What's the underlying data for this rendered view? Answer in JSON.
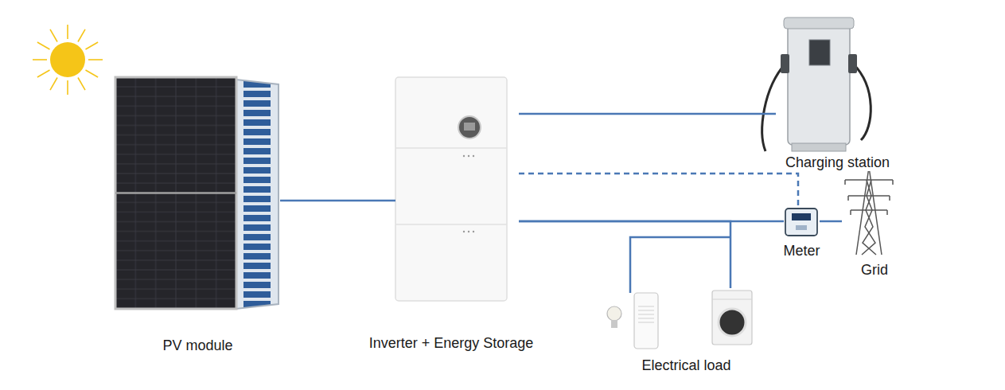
{
  "diagram": {
    "nodes": [
      {
        "text": [
          "PV module"
        ]
      },
      {
        "text": [
          "Inverter + Energy Storage"
        ]
      },
      {
        "text": [
          "Charging station"
        ]
      },
      {
        "text": [
          "Meter"
        ]
      },
      {
        "text": [
          "Grid"
        ]
      },
      {
        "text": [
          "Electrical load"
        ]
      }
    ],
    "edges": [
      {
        "from": 0,
        "to": 1,
        "arrow": "none"
      },
      {
        "from": 1,
        "to": 2,
        "arrow": "none"
      },
      {
        "from": 1,
        "to": 3,
        "arrow": "none"
      },
      {
        "from": 1,
        "to": 3,
        "arrow": "none"
      },
      {
        "from": 1,
        "to": 5,
        "arrow": "none"
      },
      {
        "from": 3,
        "to": 4,
        "arrow": "none"
      }
    ]
  }
}
